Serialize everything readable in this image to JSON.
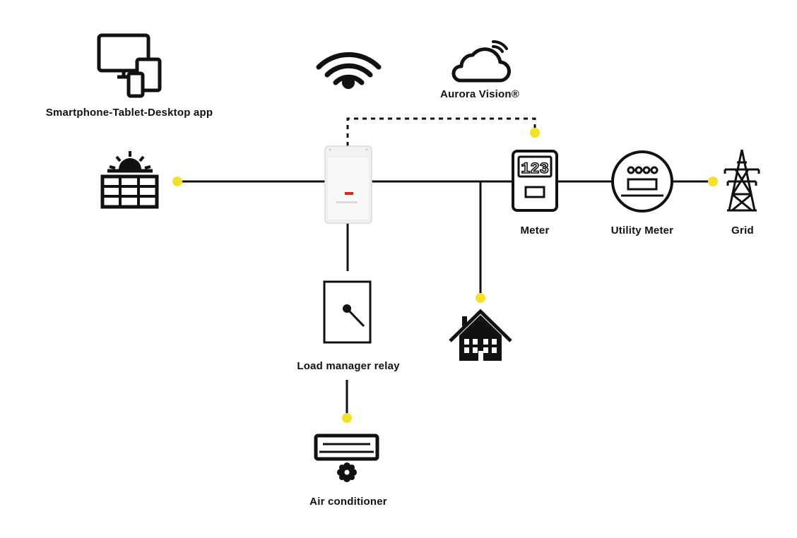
{
  "labels": {
    "app": "Smartphone-Tablet-Desktop app",
    "cloud": "Aurora Vision®",
    "meter": "Meter",
    "utility_meter": "Utility Meter",
    "grid": "Grid",
    "relay": "Load manager relay",
    "air_conditioner": "Air conditioner"
  },
  "meter_display": "123",
  "colors": {
    "line": "#111111",
    "connector_dot": "#f4e22a",
    "inverter_body": "#f2f2f2",
    "inverter_logo": "#e2231a"
  },
  "icons": {
    "app": "devices-icon",
    "wifi": "wifi-icon",
    "cloud": "cloud-icon",
    "solar": "solar-panel-icon",
    "inverter": "inverter-icon",
    "meter": "meter-icon",
    "utility_meter": "utility-meter-icon",
    "grid": "power-tower-icon",
    "relay": "relay-switch-icon",
    "house": "house-icon",
    "air_conditioner": "air-conditioner-icon"
  }
}
